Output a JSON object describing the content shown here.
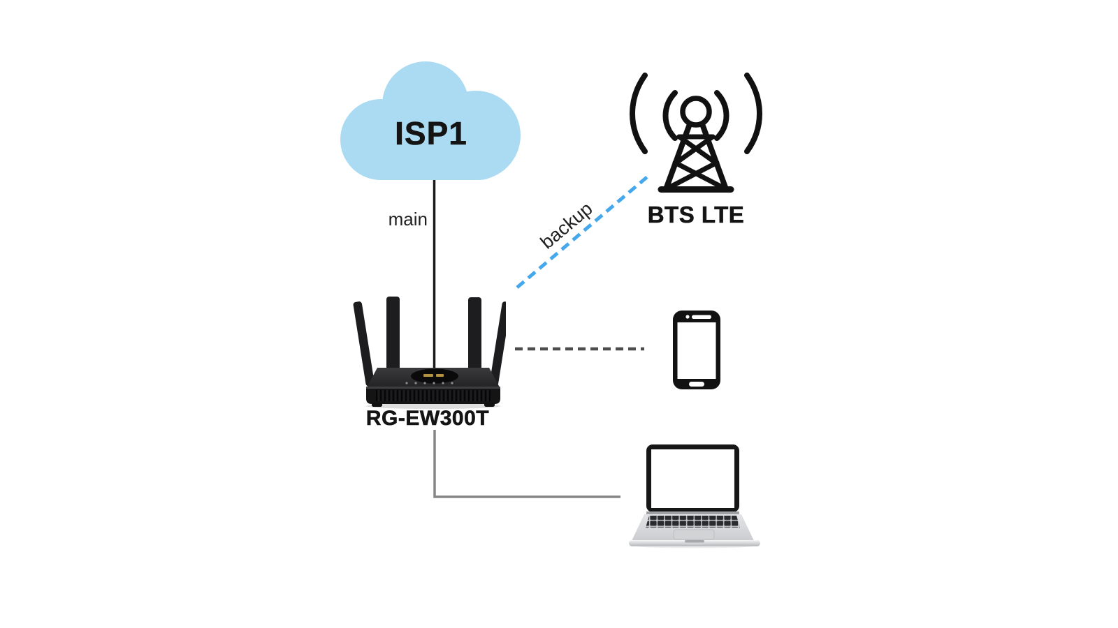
{
  "canvas": {
    "background": "#ffffff"
  },
  "nodes": {
    "isp_cloud": {
      "label": "ISP1",
      "fill": "#aadbf2",
      "icon": "cloud-icon"
    },
    "bts_tower": {
      "label": "BTS LTE",
      "icon": "cell-tower-icon",
      "color": "#111111"
    },
    "router": {
      "label": "RG-EW300T",
      "icon": "wifi-router-icon"
    },
    "smartphone": {
      "icon": "smartphone-icon"
    },
    "laptop": {
      "icon": "laptop-icon"
    }
  },
  "links": {
    "main": {
      "label": "main",
      "type": "solid",
      "color": "#1a1a1a"
    },
    "backup": {
      "label": "backup",
      "type": "dashed",
      "color": "#45a7ec"
    },
    "router_to_phone": {
      "type": "dashed",
      "color": "#4d4d4d"
    },
    "router_to_laptop": {
      "type": "solid",
      "color": "#868686"
    }
  }
}
